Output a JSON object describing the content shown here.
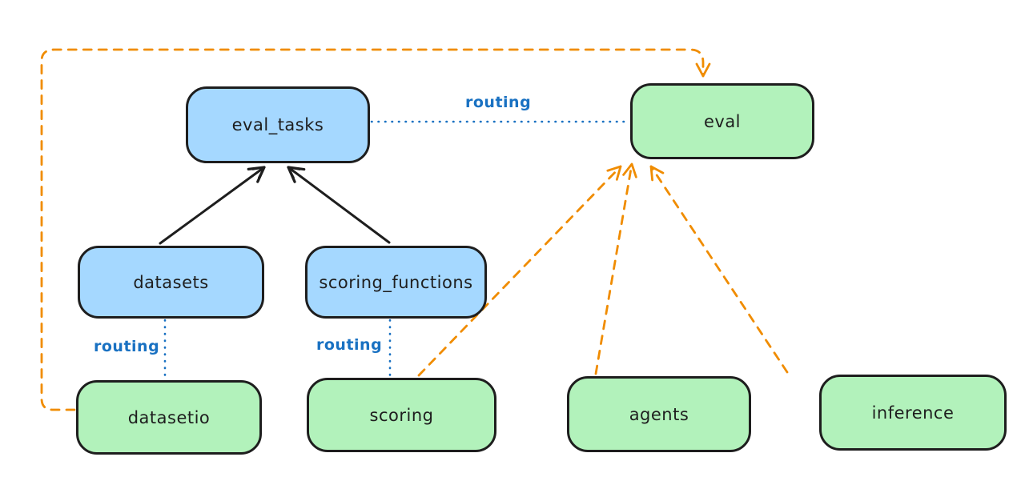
{
  "diagram": {
    "title": "llama-stack eval routing diagram",
    "colors": {
      "background": "#ffffff",
      "stroke": "#1e1e1e",
      "blue_fill": "#a5d8ff",
      "green_fill": "#b2f2bb",
      "routing_blue": "#1971c2",
      "orange": "#f08c00"
    },
    "nodes": {
      "eval_tasks": {
        "label": "eval_tasks",
        "fill": "blue"
      },
      "eval": {
        "label": "eval",
        "fill": "green"
      },
      "datasets": {
        "label": "datasets",
        "fill": "blue"
      },
      "scoring_functions": {
        "label": "scoring_functions",
        "fill": "blue"
      },
      "datasetio": {
        "label": "datasetio",
        "fill": "green"
      },
      "scoring": {
        "label": "scoring",
        "fill": "green"
      },
      "agents": {
        "label": "agents",
        "fill": "green"
      },
      "inference": {
        "label": "inference",
        "fill": "green"
      }
    },
    "routing_labels": {
      "top": "routing",
      "datasets": "routing",
      "scoring": "routing"
    },
    "edges": [
      {
        "from": "datasets",
        "to": "eval_tasks",
        "style": "solid-black-arrow"
      },
      {
        "from": "scoring_functions",
        "to": "eval_tasks",
        "style": "solid-black-arrow"
      },
      {
        "from": "eval_tasks",
        "to": "eval",
        "style": "dotted-blue",
        "label": "routing"
      },
      {
        "from": "datasets",
        "to": "datasetio",
        "style": "dotted-blue",
        "label": "routing"
      },
      {
        "from": "scoring_functions",
        "to": "scoring",
        "style": "dotted-blue",
        "label": "routing"
      },
      {
        "from": "scoring",
        "to": "eval",
        "style": "dashed-orange-arrow"
      },
      {
        "from": "agents",
        "to": "eval",
        "style": "dashed-orange-arrow"
      },
      {
        "from": "inference",
        "to": "eval",
        "style": "dashed-orange-arrow"
      },
      {
        "from": "datasetio",
        "to": "eval",
        "style": "dashed-orange-arrow",
        "route": "left-side-then-top"
      }
    ]
  }
}
